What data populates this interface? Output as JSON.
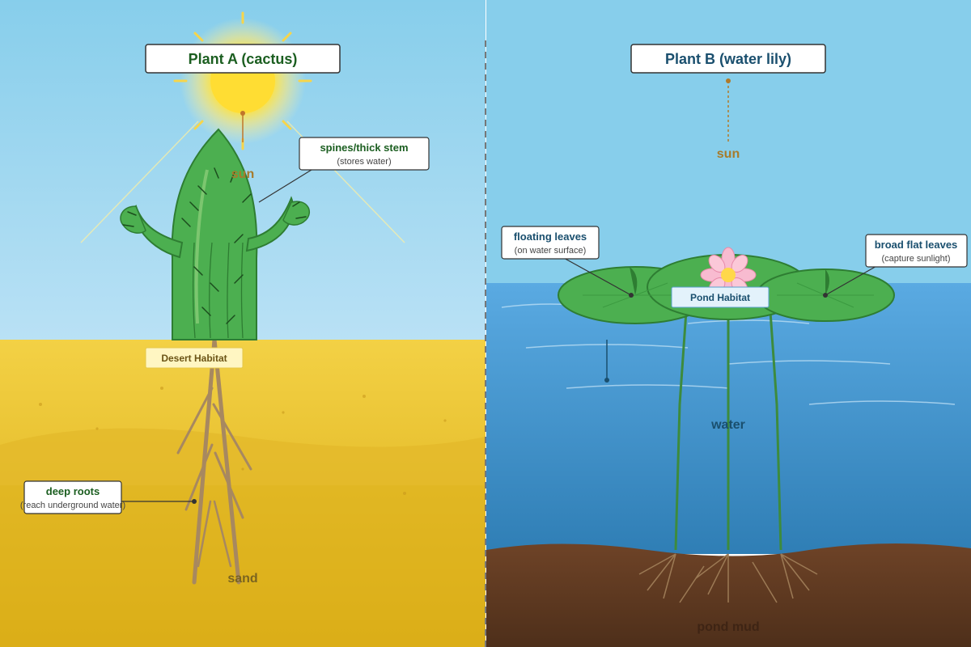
{
  "left_panel": {
    "title": "Plant A (cactus)",
    "habitat": "Desert Habitat",
    "sun_label": "sun",
    "ground_label": "sand",
    "callouts": {
      "stem": {
        "title": "spines/thick stem",
        "subtitle": "(stores water)"
      },
      "roots": {
        "title": "deep roots",
        "subtitle": "(reach underground water)"
      }
    }
  },
  "right_panel": {
    "title": "Plant B (water lily)",
    "habitat": "Pond Habitat",
    "sun_label": "sun",
    "water_label": "water",
    "ground_label": "pond mud",
    "callouts": {
      "floating": {
        "title": "floating leaves",
        "subtitle": "(on water surface)"
      },
      "broad": {
        "title": "broad flat leaves",
        "subtitle": "(capture sunlight)"
      }
    }
  },
  "colors": {
    "sky": "#87ceeb",
    "sand": "#f2cf3e",
    "water": "#4a9fd8",
    "mud": "#6b4226",
    "plant_green": "#4caf50",
    "title_green": "#1b5e20",
    "title_blue": "#1a4f6e",
    "sun_label": "#a77b2b"
  }
}
